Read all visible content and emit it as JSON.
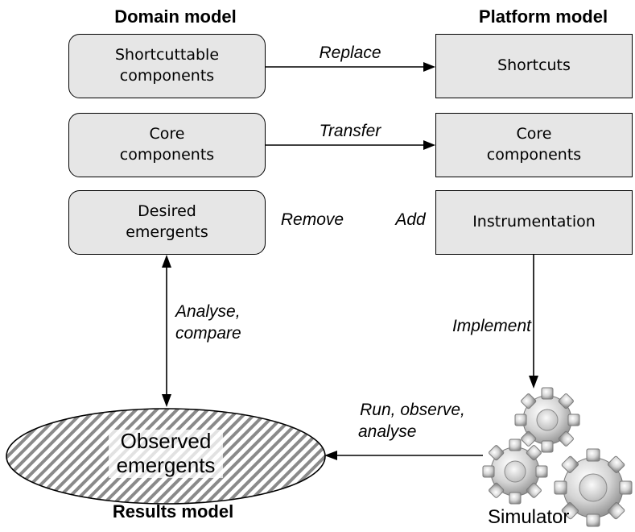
{
  "headings": {
    "domain_model": "Domain model",
    "platform_model": "Platform model",
    "results_model": "Results model"
  },
  "domain": {
    "shortcuttable": "Shortcuttable components",
    "core": "Core components",
    "desired": "Desired emergents"
  },
  "platform": {
    "shortcuts": "Shortcuts",
    "core": "Core components",
    "instrumentation": "Instrumentation"
  },
  "labels": {
    "replace": "Replace",
    "transfer": "Transfer",
    "remove": "Remove",
    "add": "Add",
    "implement": "Implement",
    "analyse_compare_1": "Analyse,",
    "analyse_compare_2": "compare",
    "run_1": "Run, observe,",
    "run_2": "analyse"
  },
  "results": {
    "observed_1": "Observed",
    "observed_2": "emergents"
  },
  "simulator": {
    "label": "Simulator",
    "icon": "gears-icon"
  },
  "colors": {
    "box_fill": "#e6e6e6",
    "stroke": "#000000"
  }
}
